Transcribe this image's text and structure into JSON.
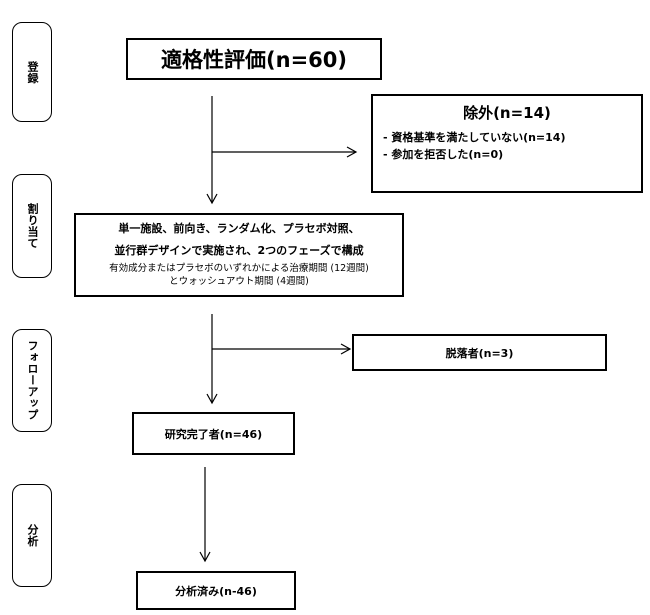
{
  "phases": {
    "enrollment": "登録",
    "allocation": "割り当て",
    "follow_up": "フォローアップ",
    "analysis": "分析"
  },
  "boxes": {
    "eligibility": "適格性評価(n=60)",
    "excluded": {
      "title": "除外(n=14)",
      "items": [
        "- 資格基準を満たしていない(n=14)",
        "- 参加を拒否した(n=0)"
      ]
    },
    "allocation": {
      "line1": "単一施設、前向き、ランダム化、プラセボ対照、",
      "line2": "並行群デザインで実施され、2つのフェーズで構成",
      "line3": "有効成分またはプラセボのいずれかによる治療期間 (12週間)",
      "line4": "とウォッシュアウト期間 (4週間)"
    },
    "dropout": "脱落者(n=3)",
    "completed": "研究完了者(n=46)",
    "analyzed": "分析済み(n-46)"
  },
  "colors": {
    "line": "#000000",
    "background": "#ffffff"
  }
}
